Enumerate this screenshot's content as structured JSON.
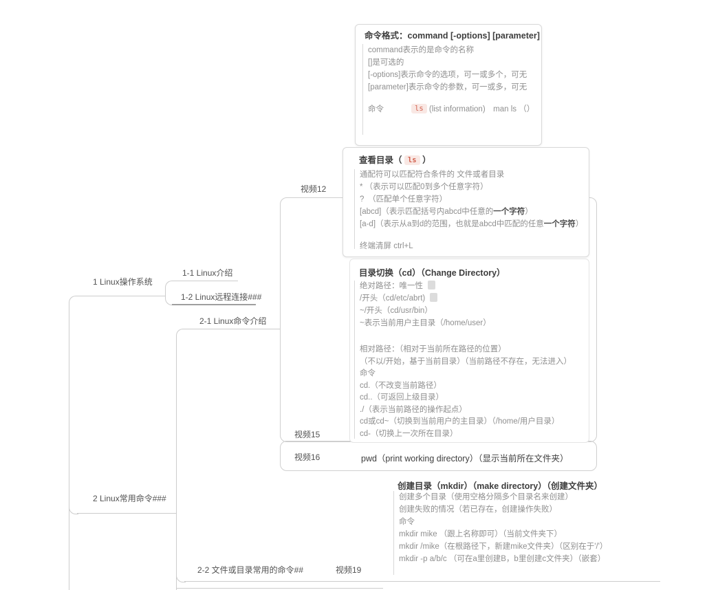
{
  "colors": {
    "chip_bg": "#f9e8e4",
    "chip_text": "#d2604e",
    "connector_line": "#cccccc",
    "title_text": "#3d3d3d",
    "body_text": "#8f8f8f"
  },
  "nodes": {
    "topic1": "1 Linux操作系统",
    "topic1_1": "1-1 Linux介绍",
    "topic1_2": "1-2 Linux远程连接###",
    "topic2": "2 Linux常用命令###",
    "topic2_1": "2-1 Linux命令介绍",
    "topic2_2": "2-2 文件或目录常用的命令##",
    "video12": "视频12",
    "video15": "视频15",
    "video16": "视频16",
    "video19": "视频19"
  },
  "command_format_box": {
    "title": "命令格式：command [-options] [parameter]",
    "line1": "command表示的是命令的名称",
    "line2": "[]是可选的",
    "line3": "[-options]表示命令的选项，可一或多个，可无",
    "line4": "[parameter]表示命令的参数，可一或多，可无",
    "cmd_label": "命令",
    "cmd_code": "ls",
    "cmd_note": "(list information)　man ls （）"
  },
  "view_dir_box": {
    "title_pre": "查看目录（ ",
    "title_code": "ls",
    "title_post": " ）",
    "line1": "通配符可以匹配符合条件的 文件或者目录",
    "line2": "* （表示可以匹配0到多个任意字符）",
    "line3": "?　（匹配单个任意字符）",
    "line4_pre": "[abcd]（表示匹配括号内abcd中任意的",
    "line4_bold": "一个字符",
    "line4_post": "）",
    "line5_pre": "[a-d]（表示从a到d的范围，也就是abcd中匹配的任意",
    "line5_bold": "一个字符",
    "line5_post": "）",
    "line6": "终端清屏  ctrl+L"
  },
  "cd_section": {
    "title": "目录切换（cd）（Change Directory）",
    "abs1": "绝对路径：唯一性",
    "abs2": "/开头（cd/etc/abrt)",
    "abs3": "~/开头（cd/usr/bin）",
    "abs4": "~表示当前用户主目录（/home/user）",
    "rel1": "相对路径：（相对于当前所在路径的位置）",
    "rel2": "（不以/开始，基于当前目录）（当前路径不存在，无法进入）",
    "rel3": "命令",
    "rel4": "cd.（不改变当前路径）",
    "rel5": "cd..（可返回上级目录）",
    "rel6": "./（表示当前路径的操作起点）",
    "rel7": "cd或cd~（切换到当前用户的主目录）（/home/用户目录）",
    "rel8": "cd-（切换上一次所在目录）"
  },
  "pwd_row": {
    "label": "pwd（print working directory）（显示当前所在文件夹）"
  },
  "mkdir_section": {
    "title": "创建目录（mkdir）（make directory）（创建文件夹）",
    "line1": "创建多个目录（使用空格分隔多个目录名来创建）",
    "line2": "创建失败的情况（若已存在，创建操作失败）",
    "line3": "命令",
    "line4": "mkdir mike （跟上名称即可）（当前文件夹下）",
    "line5": "mkdir /mike（在根路径下，新建mike文件夹）（区别在于'/'）",
    "line6": "mkdir -p a/b/c （可在a里创建B，b里创建c文件夹）（嵌套）"
  }
}
